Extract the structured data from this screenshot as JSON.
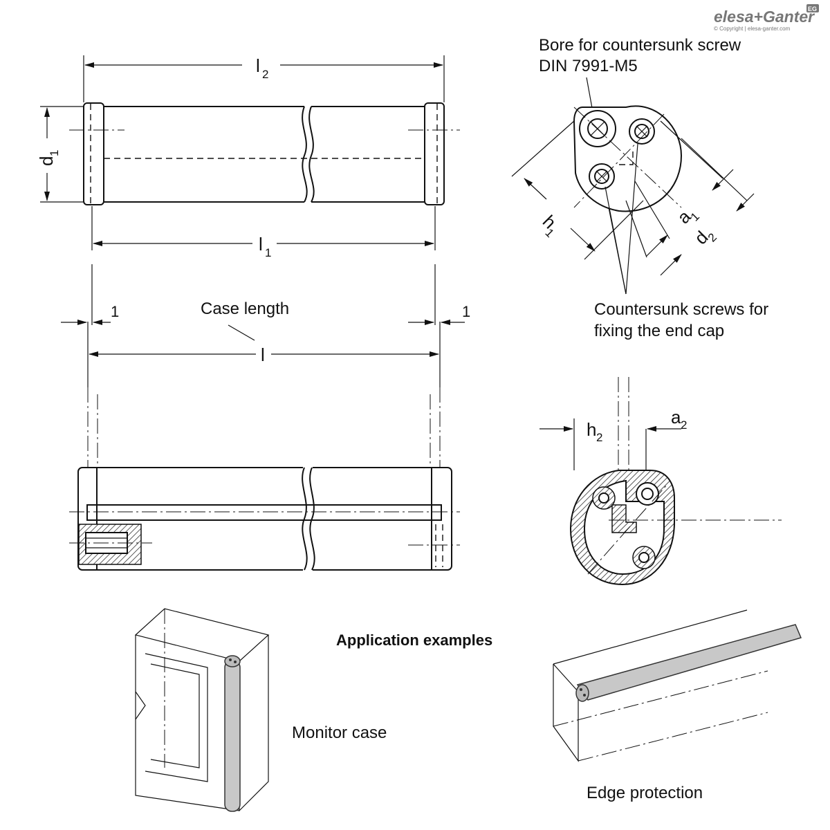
{
  "brand": {
    "logo_text": "elesa+Ganter",
    "badge_text": "EG",
    "copyright": "© Copyright | elesa-ganter.com"
  },
  "labels": {
    "l2": "l",
    "l2_sub": "2",
    "l1": "l",
    "l1_sub": "1",
    "d1": "d",
    "d1_sub": "1",
    "l": "l",
    "case_length": "Case length",
    "gap_left": "1",
    "gap_right": "1",
    "bore_line1": "Bore for countersunk screw",
    "bore_line2": "DIN 7991-M5",
    "h1": "h",
    "h1_sub": "1",
    "a1": "a",
    "a1_sub": "1",
    "d2": "d",
    "d2_sub": "2",
    "screws_line1": "Countersunk screws for",
    "screws_line2": "fixing the end cap",
    "h2": "h",
    "h2_sub": "2",
    "a2": "a",
    "a2_sub": "2",
    "application_title": "Application examples",
    "monitor_case": "Monitor case",
    "edge_protection": "Edge protection"
  }
}
